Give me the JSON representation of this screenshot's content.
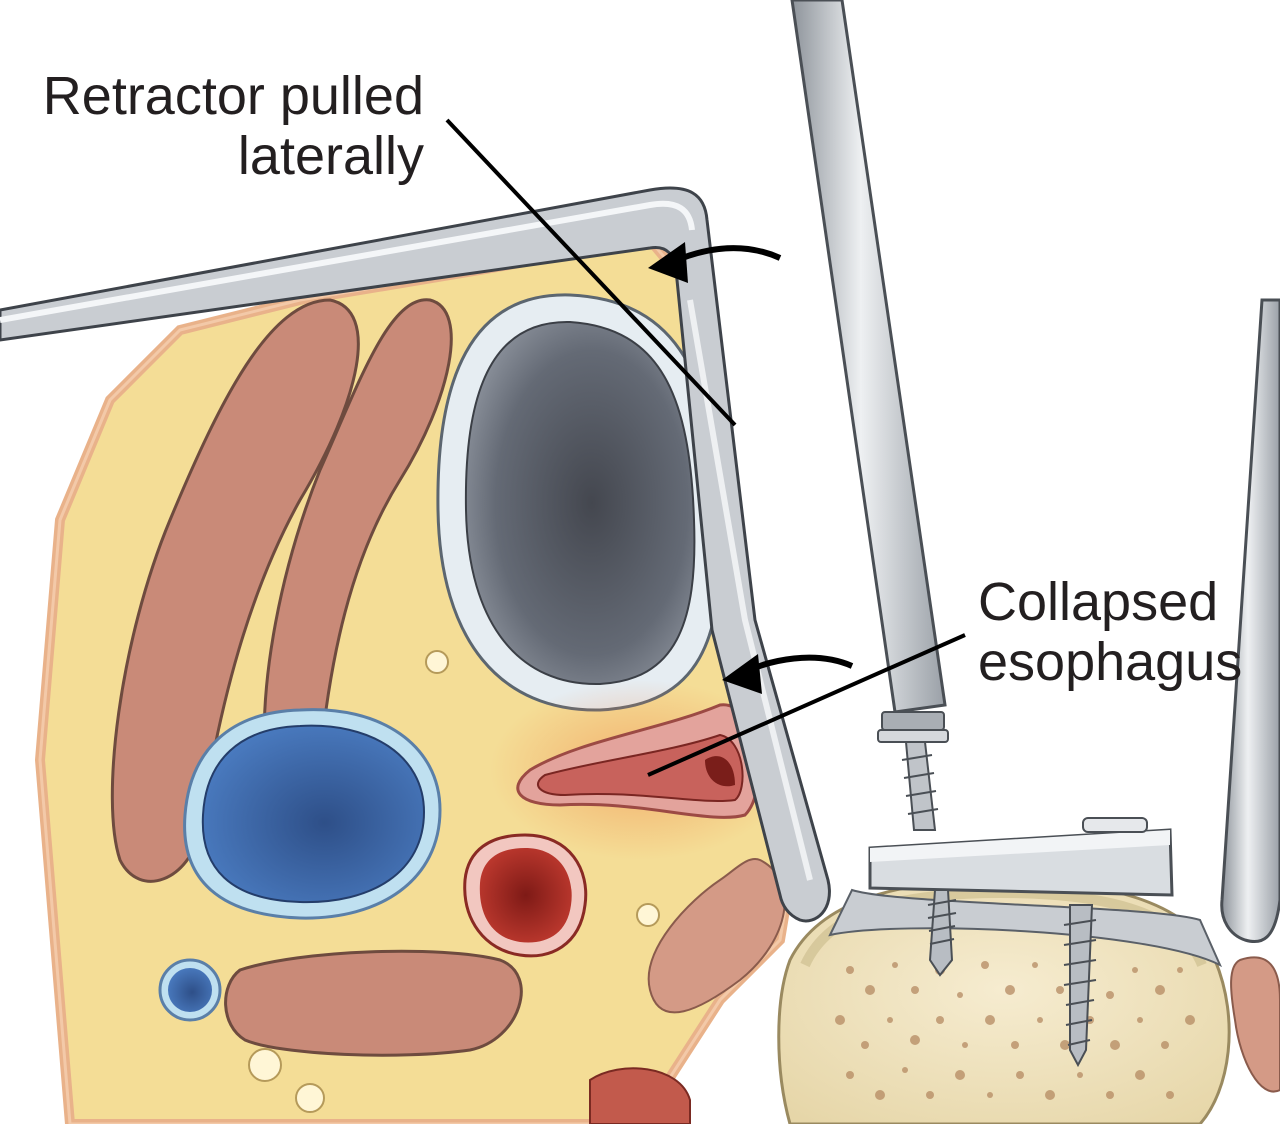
{
  "labels": {
    "retractor": [
      "Retractor pulled",
      "laterally"
    ],
    "esophagus": [
      "Collapsed",
      "esophagus"
    ]
  },
  "colors": {
    "fat": "#f4dd96",
    "muscle": "#c98a78",
    "trachea_wall": "#e6edf2",
    "trachea_lumen": "#5f6570",
    "vein": "#3e6aa8",
    "artery": "#b0302a",
    "esophagus": "#d98a86",
    "bone": "#f1e6c3",
    "metal": "#c9cdd2"
  }
}
